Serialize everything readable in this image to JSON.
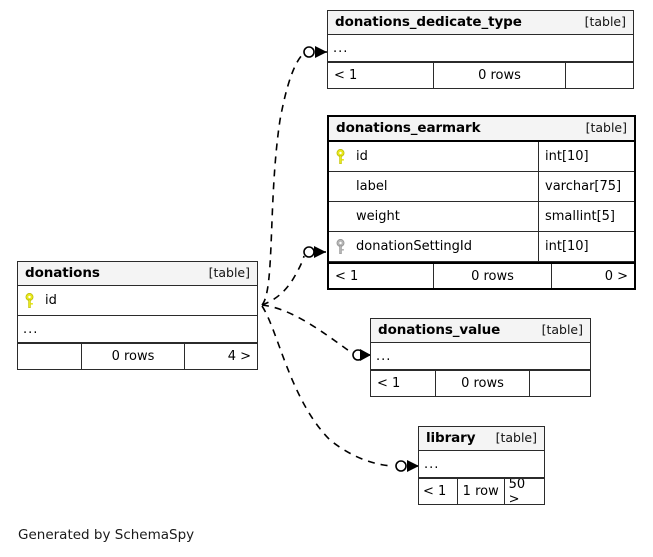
{
  "diagram": {
    "generator_credit": "Generated by SchemaSpy",
    "kind_label": "[table]",
    "ellipsis": "...",
    "colors": {
      "background": "#ffffff",
      "header_fill": "#f4f4f4",
      "border": "#2b2b2b",
      "emphasis_border": "#000000",
      "primary_key_icon": "#e8e81d",
      "foreign_key_icon": "#a8a8a8",
      "edge_line": "#000000"
    },
    "tables": [
      {
        "id": "donations_dedicate_type",
        "name": "donations_dedicate_type",
        "kind": "[table]",
        "emphasis": false,
        "columns": [],
        "has_ellipsis_row": true,
        "footer": {
          "left": "< 1",
          "center": "0 rows",
          "right": ""
        }
      },
      {
        "id": "donations_earmark",
        "name": "donations_earmark",
        "kind": "[table]",
        "emphasis": true,
        "columns": [
          {
            "name": "id",
            "type": "int[10]",
            "key": "primary"
          },
          {
            "name": "label",
            "type": "varchar[75]",
            "key": "none"
          },
          {
            "name": "weight",
            "type": "smallint[5]",
            "key": "none"
          },
          {
            "name": "donationSettingId",
            "type": "int[10]",
            "key": "foreign"
          }
        ],
        "has_ellipsis_row": false,
        "footer": {
          "left": "< 1",
          "center": "0 rows",
          "right": "0 >"
        }
      },
      {
        "id": "donations",
        "name": "donations",
        "kind": "[table]",
        "emphasis": false,
        "columns": [
          {
            "name": "id",
            "type": "",
            "key": "primary"
          }
        ],
        "has_ellipsis_row": true,
        "footer": {
          "left": "",
          "center": "0 rows",
          "right": "4 >"
        }
      },
      {
        "id": "donations_value",
        "name": "donations_value",
        "kind": "[table]",
        "emphasis": false,
        "columns": [],
        "has_ellipsis_row": true,
        "footer": {
          "left": "< 1",
          "center": "0 rows",
          "right": ""
        }
      },
      {
        "id": "library",
        "name": "library",
        "kind": "[table]",
        "emphasis": false,
        "columns": [],
        "has_ellipsis_row": true,
        "footer": {
          "left": "< 1",
          "center": "1 row",
          "right": "50 >"
        }
      }
    ],
    "relationships": [
      {
        "from": "donations",
        "to": "donations_dedicate_type",
        "style": "dashed",
        "cardinality": "zero-or-many"
      },
      {
        "from": "donations",
        "to": "donations_earmark",
        "style": "dashed",
        "cardinality": "zero-or-many"
      },
      {
        "from": "donations",
        "to": "donations_value",
        "style": "dashed",
        "cardinality": "zero-or-many"
      },
      {
        "from": "donations",
        "to": "library",
        "style": "dashed",
        "cardinality": "zero-or-many"
      }
    ]
  }
}
